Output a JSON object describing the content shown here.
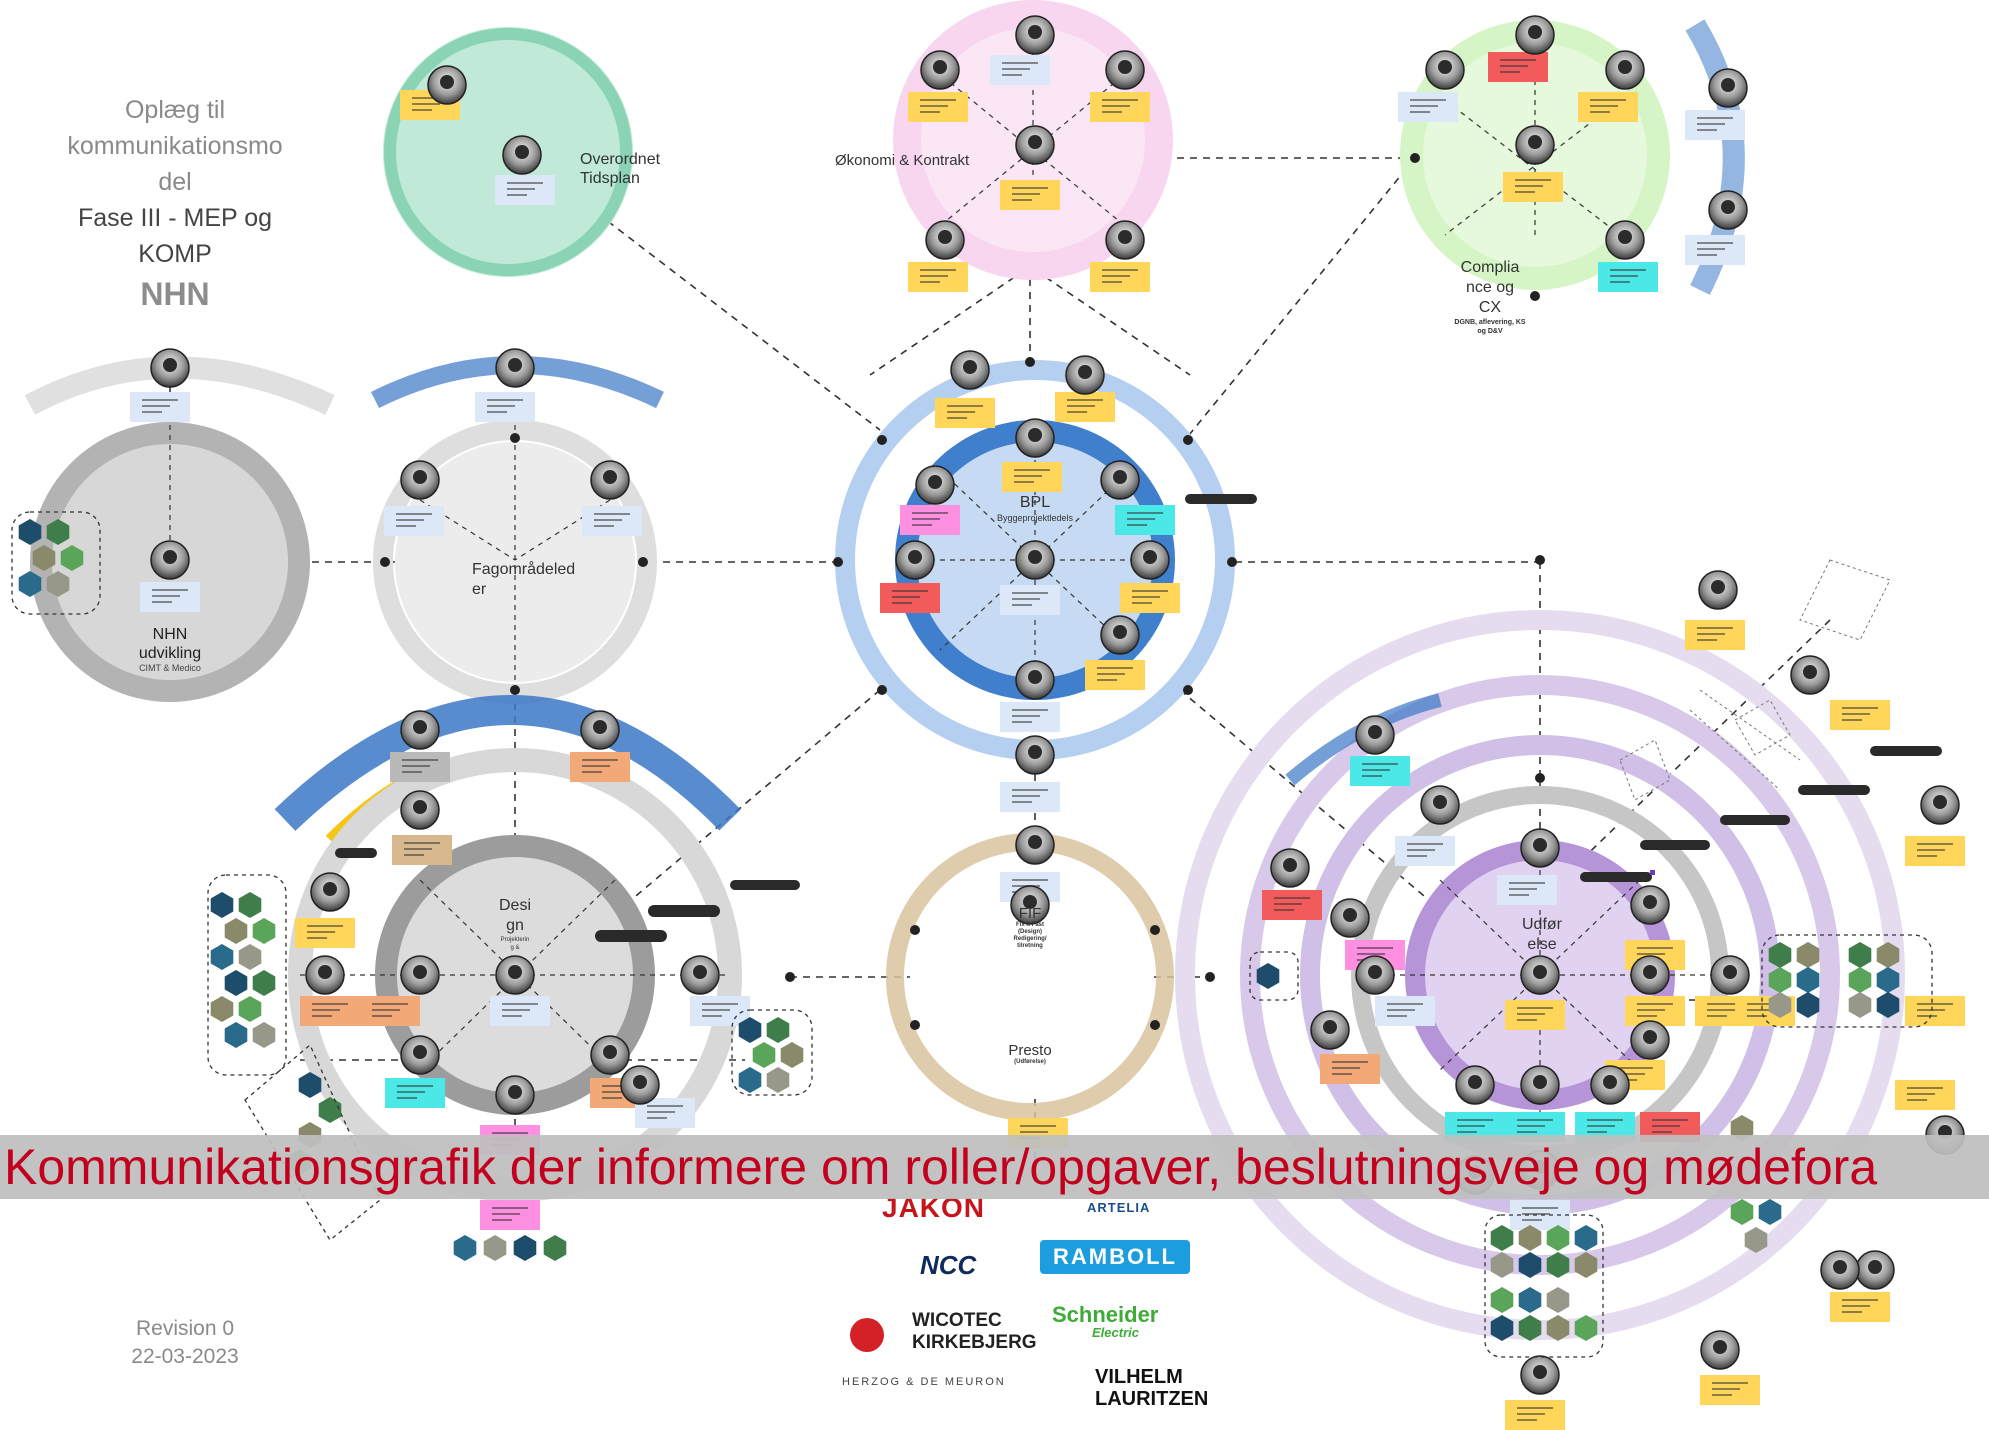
{
  "side_title": {
    "lines": [
      "Oplæg til",
      "kommunikationsmo",
      "del",
      "Fase III - MEP og",
      "KOMP"
    ],
    "brand": "NHN"
  },
  "revision": {
    "label": "Revision 0",
    "date": "22-03-2023"
  },
  "banner": "Kommunikationsgrafik der informere om roller/opgaver, beslutningsveje og mødefora",
  "hubs": [
    {
      "id": "tidsplan",
      "name": [
        "Overordnet",
        "Tidsplan"
      ]
    },
    {
      "id": "okonomi",
      "name": [
        "Økonomi & Kontrakt"
      ]
    },
    {
      "id": "compliance",
      "name": [
        "Complia",
        "nce og",
        "CX"
      ],
      "sub": [
        "DGNB, aflevering, KS",
        "og D&V"
      ]
    },
    {
      "id": "nhn",
      "name": [
        "NHN",
        "udvikling"
      ],
      "sub": [
        "CIMT & Medico"
      ]
    },
    {
      "id": "fagomrade",
      "name": [
        "Fagområdeled",
        "er"
      ]
    },
    {
      "id": "bpl",
      "name": [
        "BPL"
      ],
      "sub": [
        "Byggeprojektledels"
      ]
    },
    {
      "id": "design",
      "name": [
        "Desi",
        "gn"
      ],
      "sub": [
        "Projekterin",
        "g &"
      ]
    },
    {
      "id": "fif",
      "name": [
        "FIF"
      ],
      "sub": [
        "Fix It Fast",
        "(Design)",
        "Redigering/",
        "tilretning"
      ]
    },
    {
      "id": "presto",
      "name": [
        "Presto"
      ],
      "sub": [
        "(Udførelse)"
      ]
    },
    {
      "id": "udforelse",
      "name": [
        "Udfør",
        "else"
      ]
    }
  ],
  "logos": [
    "JAKON",
    "ARTELIA",
    "NCC",
    "RAMBOLL",
    "WICOTEC",
    "KIRKEBJERG",
    "Schneider",
    "Electric",
    "HERZOG & DE MEURON",
    "VILHELM",
    "LAURITZEN"
  ],
  "colors": {
    "tidsplan": "#9fdcc4",
    "okonomi": "#f6c3ea",
    "compliance": "#c9f2b2",
    "bpl_outer": "#b4cff0",
    "bpl_inner": "#3b78c6",
    "grey": "#c9c9c9",
    "purple": "#c8b4e0",
    "sticky_yellow": "#ffd65a",
    "sticky_blue": "#dce8f7",
    "sticky_cyan": "#4ce8e8",
    "sticky_pink": "#ff8fe0",
    "sticky_red": "#f25b5b",
    "banner_text": "#c2001e"
  }
}
